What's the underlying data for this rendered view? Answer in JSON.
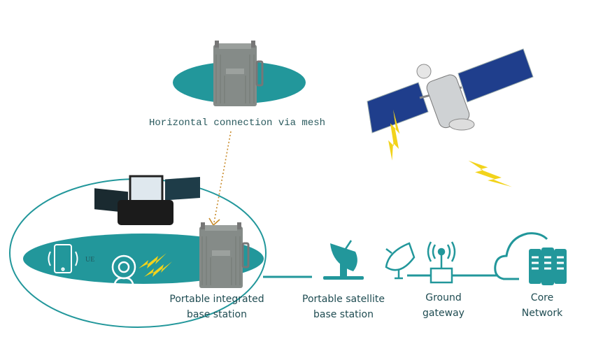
{
  "colors": {
    "teal": "#22979b",
    "text": "#1f4c52",
    "bolt": "#f2d31b",
    "mesh_line": "#c88a2a",
    "device": "#7f8582"
  },
  "mesh_label": "Horizontal connection via mesh",
  "ue_label": "UE",
  "nodes": [
    {
      "line1": "Portable integrated",
      "line2": "base station"
    },
    {
      "line1": "Portable satellite",
      "line2": "base station"
    },
    {
      "line1": "Ground",
      "line2": "gateway"
    },
    {
      "line1": "Core",
      "line2": "Network"
    }
  ]
}
